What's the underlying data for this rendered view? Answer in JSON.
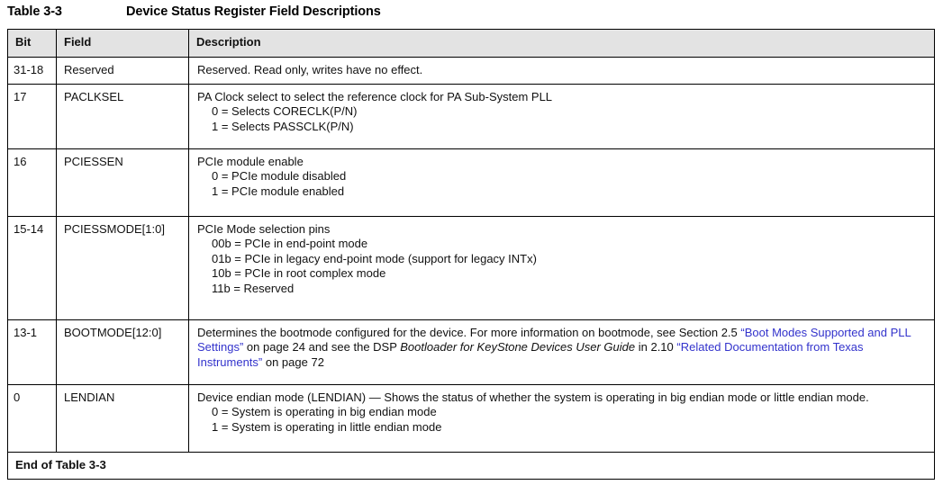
{
  "caption": {
    "number": "Table 3-3",
    "title": "Device Status Register Field Descriptions"
  },
  "table": {
    "columns": [
      "Bit",
      "Field",
      "Description"
    ],
    "rows": [
      {
        "bit": "31-18",
        "field": "Reserved",
        "lead": "Reserved. Read only, writes have no effect.",
        "options": []
      },
      {
        "bit": "17",
        "field": "PACLKSEL",
        "lead": "PA Clock select to select the reference clock for PA Sub-System PLL",
        "options": [
          "0 = Selects CORECLK(P/N)",
          "1 = Selects PASSCLK(P/N)"
        ]
      },
      {
        "bit": "16",
        "field": "PCIESSEN",
        "lead": "PCIe module enable",
        "options": [
          "0 = PCIe module disabled",
          "1 = PCIe module enabled"
        ]
      },
      {
        "bit": "15-14",
        "field": "PCIESSMODE[1:0]",
        "lead": "PCIe Mode selection pins",
        "options": [
          "00b = PCIe in end-point mode",
          "01b = PCIe in legacy end-point mode (support for legacy INTx)",
          "10b = PCIe in root complex mode",
          "11b = Reserved"
        ]
      },
      {
        "bit": "13-1",
        "field": "BOOTMODE[12:0]",
        "lead": "",
        "rich": [
          {
            "text": "Determines the bootmode configured for the device. For more information on bootmode, see Section 2.5  ",
            "style": "plain"
          },
          {
            "text": "“Boot Modes Supported and PLL Settings”",
            "style": "link"
          },
          {
            "text": " on page 24 and see the DSP ",
            "style": "plain"
          },
          {
            "text": "Bootloader for KeyStone Devices User Guide",
            "style": "italic"
          },
          {
            "text": " in 2.10  ",
            "style": "plain"
          },
          {
            "text": "“Related Documentation from Texas Instruments”",
            "style": "link"
          },
          {
            "text": " on page 72",
            "style": "plain"
          }
        ],
        "options": []
      },
      {
        "bit": "0",
        "field": "LENDIAN",
        "lead": "Device endian mode (LENDIAN) — Shows the status of whether the system is operating in big endian mode or little endian mode.",
        "options": [
          "0 = System is operating in big endian mode",
          "1 = System is operating in little endian mode"
        ]
      }
    ],
    "footer": "End of Table 3-3"
  },
  "colors": {
    "header_background": "#e3e3e3",
    "link": "#3333cc",
    "border": "#000000",
    "text": "#111111"
  }
}
